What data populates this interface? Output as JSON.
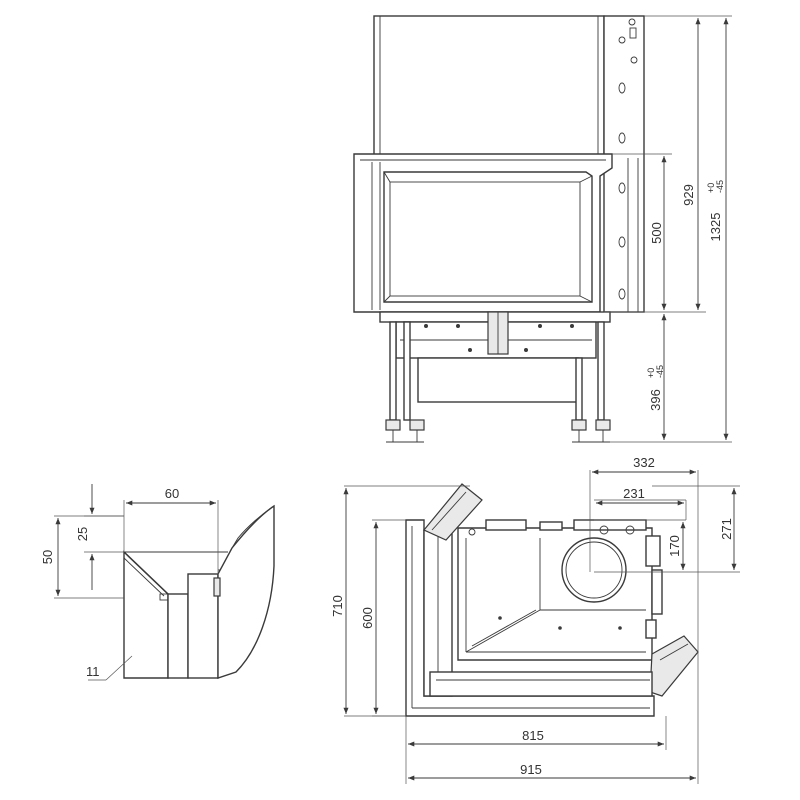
{
  "front_view": {
    "dim_929": "929",
    "dim_1325": "1325",
    "dim_1325_tol_top": "+0",
    "dim_1325_tol_bot": "-45",
    "dim_500": "500",
    "dim_396": "396",
    "dim_396_tol_top": "+0",
    "dim_396_tol_bot": "-45"
  },
  "detail_view": {
    "dim_60": "60",
    "dim_50": "50",
    "dim_25": "25",
    "label_11": "11"
  },
  "plan_view": {
    "dim_332": "332",
    "dim_231": "231",
    "dim_170": "170",
    "dim_271": "271",
    "dim_710": "710",
    "dim_600": "600",
    "dim_815": "815",
    "dim_915": "915"
  },
  "colors": {
    "line": "#3a3a3a",
    "background": "#ffffff",
    "panel_fill": "#e9e9e9"
  }
}
